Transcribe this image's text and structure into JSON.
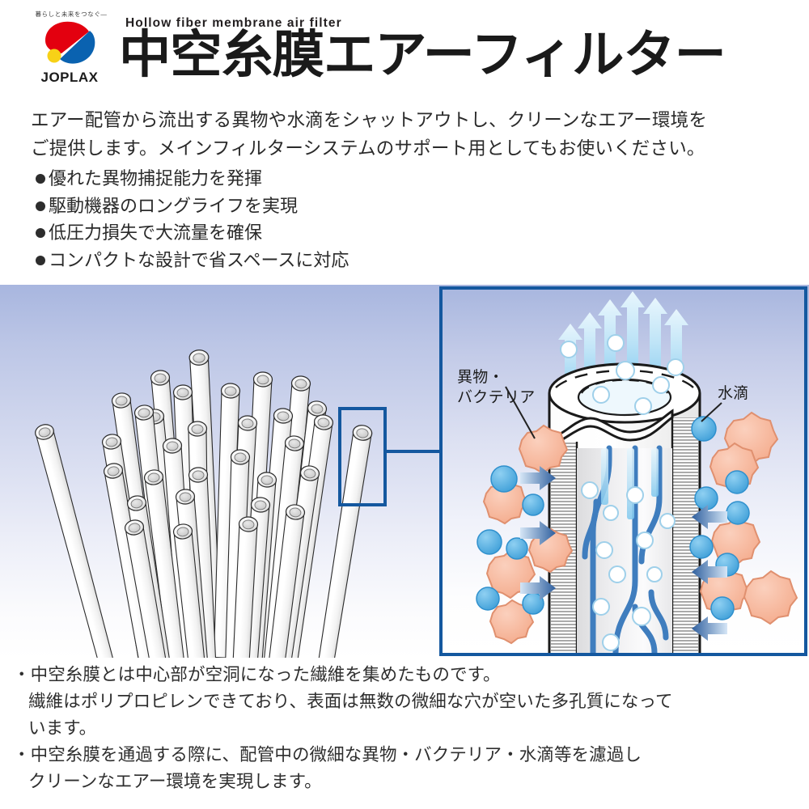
{
  "brand": {
    "tagline": "暮らしと未来をつなぐ—",
    "name": "JOPLAX",
    "colors": {
      "red": "#e3000f",
      "blue": "#0a62b0",
      "yellow": "#f7d117"
    }
  },
  "header": {
    "kicker": "Hollow fiber membrane air filter",
    "title": "中空糸膜エアーフィルター"
  },
  "lead": {
    "line1": "エアー配管から流出する異物や水滴をシャットアウトし、クリーンなエアー環境を",
    "line2": "ご提供します。メインフィルターシステムのサポート用としてもお使いください。"
  },
  "bullets": [
    "優れた異物捕捉能力を発揮",
    "駆動機器のロングライフを実現",
    "低圧力損失で大流量を確保",
    "コンパクトな設計で省スペースに対応"
  ],
  "illustration": {
    "bundle_caption": "hollow-fiber-bundle",
    "callout": "detail-callout",
    "detail": {
      "label_left": "異物・\nバクテリア",
      "label_left_line1": "異物・",
      "label_left_line2": "バクテリア",
      "label_right": "水滴"
    },
    "colors": {
      "frame_blue": "#14589f",
      "particle_peach": "#f6b79c",
      "particle_peach_edge": "#e08e6e",
      "droplet_blue": "#4ca9e0",
      "flow_blue": "#3f7dbe",
      "arrow_light": "#bcd8f0",
      "arrow_dark": "#2f5f9e",
      "air_arrow": "#aeddf5"
    }
  },
  "notes": [
    {
      "line1": "・中空糸膜とは中心部が空洞になった繊維を集めたものです。",
      "line2": "繊維はポリプロピレンできており、表面は無数の微細な穴が空いた多孔質になって",
      "line3": "います。"
    },
    {
      "line1": "・中空糸膜を通過する際に、配管中の微細な異物・バクテリア・水滴等を濾過し",
      "line2": "クリーンなエアー環境を実現します。"
    }
  ]
}
